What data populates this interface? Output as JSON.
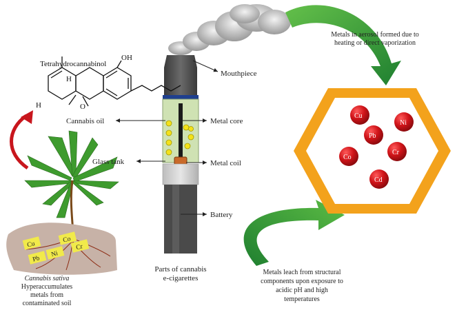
{
  "labels": {
    "thc": "Tetrahydrocannabinol",
    "oh": "OH",
    "h_top": "H",
    "h_left": "H",
    "o_ring": "O",
    "cannabis_oil": "Cannabis oil",
    "glass_tank": "Glass tank",
    "mouthpiece": "Mouthpiece",
    "metal_core": "Metal core",
    "metal_coil": "Metal coil",
    "battery": "Battery",
    "parts_line1": "Parts of cannabis",
    "parts_line2": "e-cigarettes",
    "aerosol_line1": "Metals in aerosol formed due to",
    "aerosol_line2": "heating or direct vaporization",
    "leach_line1": "Metals leach from structural",
    "leach_line2": "components upon exposure to",
    "leach_line3": "acidic pH and high",
    "leach_line4": "temperatures",
    "sativa_line1": "Cannabis sativa",
    "sativa_line2": "Hyperaccumulates",
    "sativa_line3": "metals from",
    "sativa_line4": "contaminated soil"
  },
  "metals_hexagon": [
    "Cu",
    "Ni",
    "Pb",
    "Cr",
    "Co",
    "Cd"
  ],
  "soil_metals": [
    "Cu",
    "Co",
    "Pb",
    "Ni",
    "Cr"
  ],
  "colors": {
    "hexagon": "#f3a21c",
    "metal_sphere": "#d01419",
    "arrow_green": "#2f9e3a",
    "arrow_red": "#c8161d",
    "leaf_green": "#3e9b2e",
    "soil": "#c7b2a7",
    "soil_tag": "#f1ea4a",
    "tank_liquid": "#cfe2b3",
    "battery": "#4a4a4a"
  }
}
